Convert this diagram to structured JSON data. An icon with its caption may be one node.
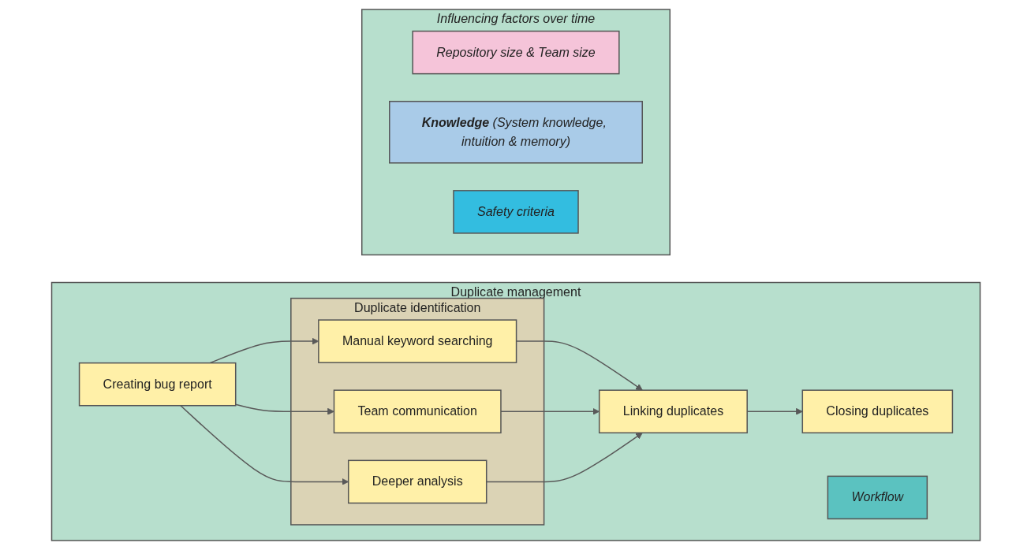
{
  "diagram": {
    "nodes": [
      {
        "text": [
          "Duplicate management"
        ]
      },
      {
        "text": [
          "Workflow"
        ],
        "in": 0
      },
      {
        "text": [
          "Creating bug report"
        ],
        "in": 0
      },
      {
        "text": [
          "Duplicate identification"
        ],
        "in": 0
      },
      {
        "text": [
          "Manual keyword searching"
        ],
        "in": 3
      },
      {
        "text": [
          "Team communication"
        ],
        "in": 3
      },
      {
        "text": [
          "Deeper analysis"
        ],
        "in": 3
      },
      {
        "text": [
          "Linking duplicates"
        ],
        "in": 0
      },
      {
        "text": [
          "Closing duplicates"
        ],
        "in": 0
      },
      {
        "text": [
          "Influencing factors over time"
        ]
      },
      {
        "text": [
          "Repository size & Team size"
        ],
        "in": 9
      },
      {
        "text": [
          "**Knowledge** (System knowledge, intuition & memory)"
        ],
        "in": 9
      },
      {
        "text": [
          "Safety criteria"
        ],
        "in": 9
      }
    ],
    "edges": [
      {
        "from": 2,
        "to": 4,
        "arrow": "to"
      },
      {
        "from": 2,
        "to": 5,
        "arrow": "to"
      },
      {
        "from": 2,
        "to": 6,
        "arrow": "to"
      },
      {
        "from": 4,
        "to": 7,
        "arrow": "to"
      },
      {
        "from": 5,
        "to": 7,
        "arrow": "to"
      },
      {
        "from": 6,
        "to": 7,
        "arrow": "to"
      },
      {
        "from": 7,
        "to": 8,
        "arrow": "to"
      }
    ]
  }
}
